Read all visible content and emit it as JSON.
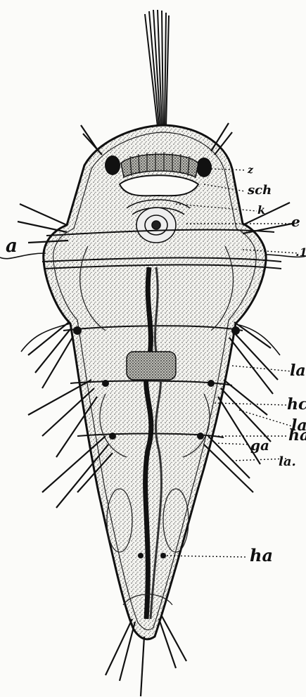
{
  "figure": {
    "labels": {
      "a": "a",
      "z": "z",
      "sch": "sch",
      "k": "k",
      "e": "e",
      "l_cut": ".1",
      "la_1": "la",
      "he": "hc",
      "la_2": "la",
      "ha_1": "ha",
      "ga": "ga",
      "la_3": "la.",
      "ha_2": "ha"
    }
  }
}
